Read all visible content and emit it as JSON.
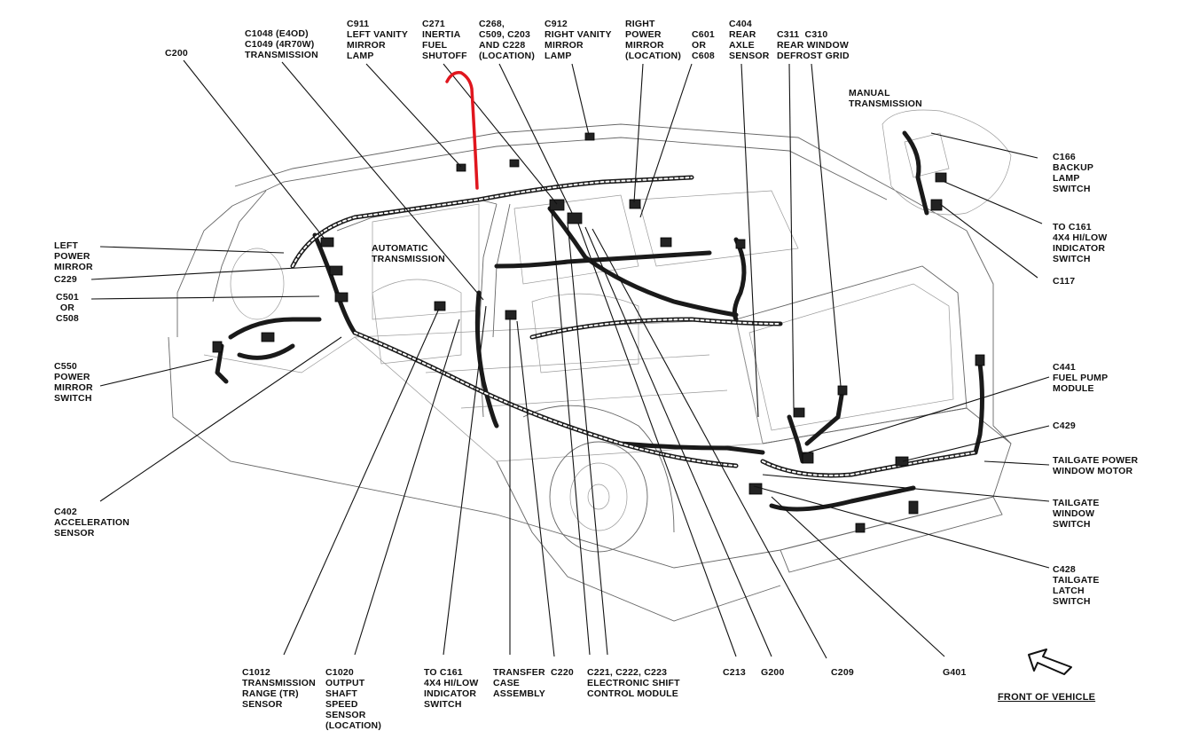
{
  "labels": {
    "c200": "C200",
    "c1048": "C1048 (E4OD)\nC1049 (4R70W)\nTRANSMISSION",
    "c911": "C911\nLEFT VANITY\nMIRROR\nLAMP",
    "c271": "C271\nINERTIA\nFUEL\nSHUTOFF",
    "c268": "C268,\nC509, C203\nAND C228\n(LOCATION)",
    "c912": "C912\nRIGHT VANITY\nMIRROR\nLAMP",
    "right_power_mirror": "RIGHT\nPOWER\nMIRROR\n(LOCATION)",
    "c601": "C601\nOR\nC608",
    "c404": "C404\nREAR\nAXLE\nSENSOR",
    "c311": "C311  C310\nREAR WINDOW\nDEFROST GRID",
    "manual_trans": "MANUAL\nTRANSMISSION",
    "c166": "C166\nBACKUP\nLAMP\nSWITCH",
    "c161_top": "TO C161\n4X4 HI/LOW\nINDICATOR\nSWITCH",
    "c117": "C117",
    "left_power_mirror": "LEFT\nPOWER\nMIRROR",
    "c229": "C229",
    "c501": "C501\nOR\nC508",
    "auto_trans": "AUTOMATIC\nTRANSMISSION",
    "c550": "C550\nPOWER\nMIRROR\nSWITCH",
    "c441": "C441\nFUEL PUMP\nMODULE",
    "c429": "C429",
    "tailgate_power": "TAILGATE POWER\nWINDOW MOTOR",
    "tailgate_window": "TAILGATE\nWINDOW\nSWITCH",
    "c428": "C428\nTAILGATE\nLATCH\nSWITCH",
    "c402": "C402\nACCELERATION\nSENSOR",
    "c1012": "C1012\nTRANSMISSION\nRANGE (TR)\nSENSOR",
    "c1020": "C1020\nOUTPUT\nSHAFT\nSPEED\nSENSOR\n(LOCATION)",
    "c161_bottom": "TO C161\n4X4 HI/LOW\nINDICATOR\nSWITCH",
    "transfer_case": "TRANSFER\nCASE\nASSEMBLY",
    "c220": "C220",
    "c221": "C221, C222, C223\nELECTRONIC SHIFT\nCONTROL MODULE",
    "c213": "C213",
    "g200": "G200",
    "c209": "C209",
    "g401": "G401",
    "front_of_vehicle": "FRONT OF VEHICLE"
  },
  "colors": {
    "ink": "#111111",
    "annotation": "#e0161e"
  },
  "icons": {
    "front_arrow": "arrow-icon"
  }
}
